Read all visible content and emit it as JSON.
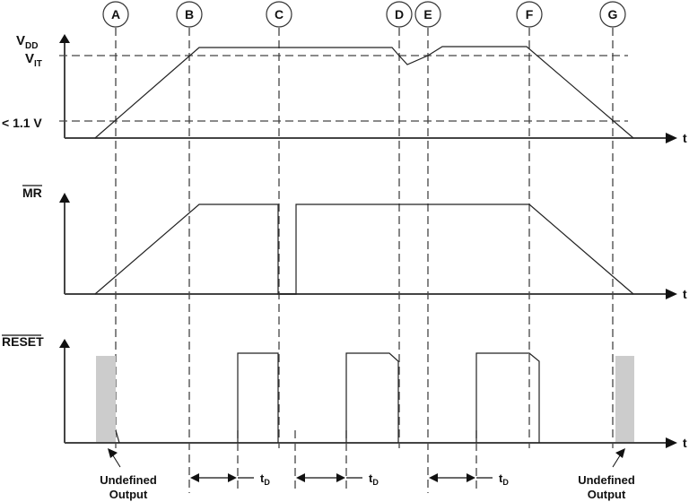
{
  "diagram": {
    "type": "timing-diagram",
    "markers": [
      "A",
      "B",
      "C",
      "D",
      "E",
      "F",
      "G"
    ],
    "time_axis_label": "t",
    "signals": {
      "vdd": {
        "label_main": "V",
        "label_sub": "DD",
        "levels": {
          "vit_main": "V",
          "vit_sub": "IT",
          "low_threshold": "< 1.1 V"
        }
      },
      "mr": {
        "label": "MR",
        "overbar": true
      },
      "reset": {
        "label": "RESET",
        "overbar": true
      }
    },
    "annotations": {
      "undefined_left_line1": "Undefined",
      "undefined_left_line2": "Output",
      "undefined_right_line1": "Undefined",
      "undefined_right_line2": "Output",
      "td_main": "t",
      "td_sub": "D"
    },
    "colors": {
      "line": "#222222",
      "dashed": "#444444",
      "undefined_fill": "#cccccc"
    }
  }
}
